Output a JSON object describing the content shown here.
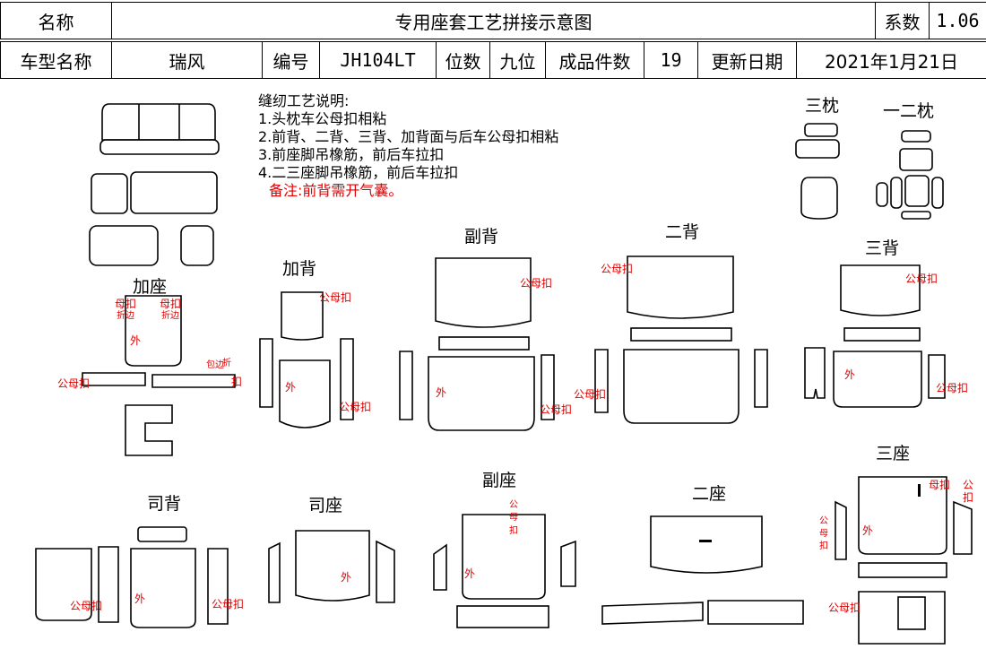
{
  "header": {
    "name_label": "名称",
    "title": "专用座套工艺拼接示意图",
    "coef_label": "系数",
    "coef_value": "1.06",
    "model_label": "车型名称",
    "model_value": "瑞风",
    "code_label": "编号",
    "code_value": "JH104LT",
    "seats_label": "位数",
    "seats_value": "九位",
    "pieces_label": "成品件数",
    "pieces_value": "19",
    "date_label": "更新日期",
    "date_value": "2021年1月21日"
  },
  "notes": {
    "heading": "缝纫工艺说明:",
    "lines": [
      "1.头枕车公母扣相粘",
      "2.前背、二背、三背、加背面与后车公母扣相粘",
      "3.前座脚吊橡筋，前后车拉扣",
      "4.二三座脚吊橡筋，前后车拉扣"
    ],
    "remark": "备注:前背需开气囊。"
  },
  "sections": {
    "sanzhen": "三枕",
    "yierzhen": "一二枕",
    "jiazuo": "加座",
    "jiabei": "加背",
    "fubei": "副背",
    "erbei": "二背",
    "sanbei": "三背",
    "sibei": "司背",
    "sizuo": "司座",
    "fuzuo": "副座",
    "erzuo": "二座",
    "sanzuo": "三座"
  },
  "marks": {
    "gongmukou": "公母扣",
    "mukou": "母扣",
    "gong": "公",
    "kou": "扣",
    "mu": "母",
    "wai": "外",
    "zhebian": "折边",
    "baobian": "包边",
    "zhe": "折"
  },
  "colors": {
    "annotation": "#e00000",
    "line": "#000000"
  }
}
